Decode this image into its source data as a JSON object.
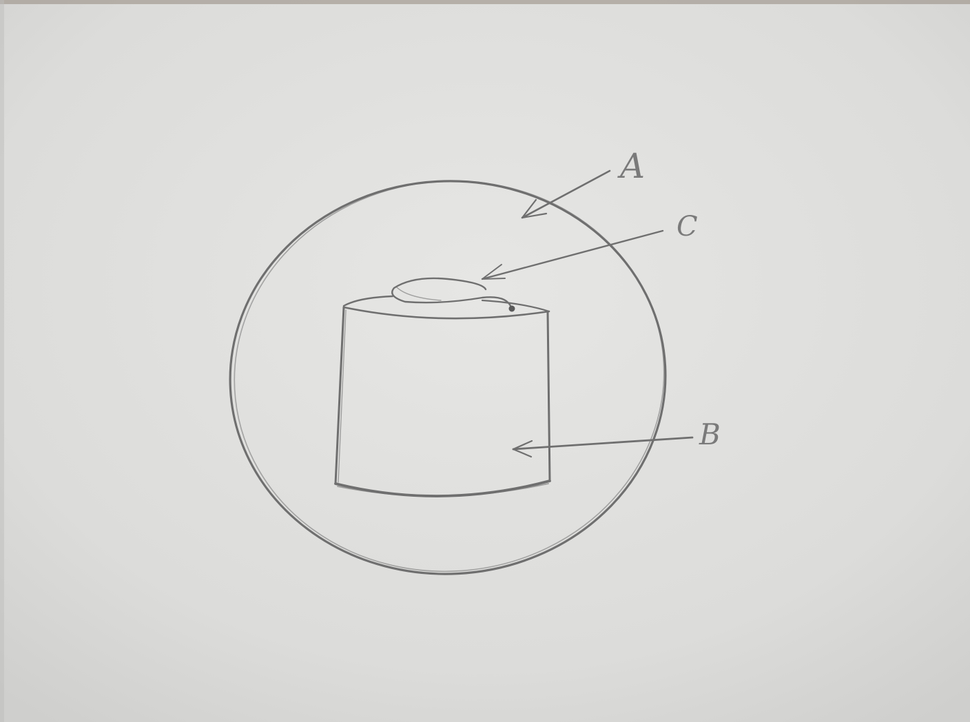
{
  "diagram": {
    "labels": {
      "a": "A",
      "b": "B",
      "c": "C"
    },
    "colors": {
      "paper_light": "#e3e3e1",
      "paper_shadow": "#c9c9c7",
      "pencil": "#6f6f6f"
    }
  }
}
